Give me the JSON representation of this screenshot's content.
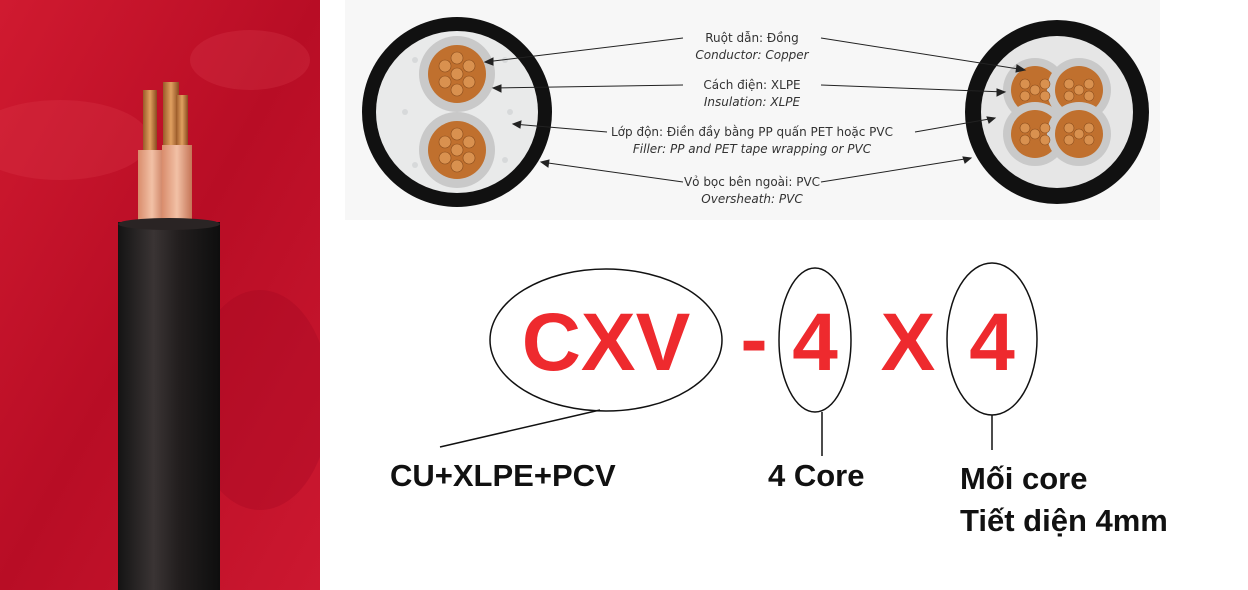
{
  "diagram": {
    "labels": [
      {
        "vi": "Ruột dẫn: Đồng",
        "en": "Conductor: Copper"
      },
      {
        "vi": "Cách điện: XLPE",
        "en": "Insulation: XLPE"
      },
      {
        "vi": "Lớp độn: Điền đầy bằng PP quấn PET hoặc PVC",
        "en": "Filler: PP and PET tape wrapping or PVC"
      },
      {
        "vi": "Vỏ bọc bên ngoài: PVC",
        "en": "Oversheath: PVC"
      }
    ]
  },
  "code": {
    "type": "CXV",
    "dash": "-",
    "cores": "4",
    "times": "X",
    "size": "4"
  },
  "captions": {
    "type": "CU+XLPE+PCV",
    "cores": "4 Core",
    "size_line1": "Mối core",
    "size_line2": "Tiết diện 4mm"
  },
  "colors": {
    "red_text": "#ee2a2e",
    "photo_background": "#c8102e",
    "copper": "#c67a3c",
    "sheath": "#1a1a1a"
  }
}
